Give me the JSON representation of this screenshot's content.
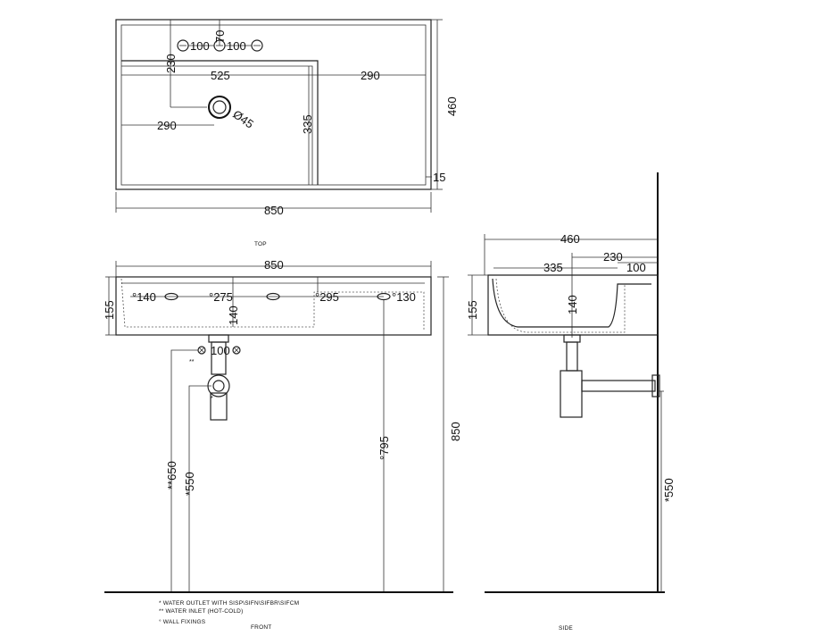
{
  "views": {
    "top": "TOP",
    "front": "FRONT",
    "side": "SIDE"
  },
  "top_view": {
    "d100_left": "100",
    "d100_right": "100",
    "d70": "70",
    "d230": "230",
    "d525": "525",
    "d290_top": "290",
    "d290_left": "290",
    "d45": "Ø45",
    "d335": "335",
    "d460": "460",
    "d15": "15",
    "d850": "850"
  },
  "front_view": {
    "d850": "850",
    "d155": "155",
    "d140_a": "°140",
    "d275": "°275",
    "d295": "°295",
    "d130": "°130",
    "d140_b": "140",
    "d100": "100",
    "mark_double": "**",
    "mark_single": "*",
    "d650": "**650",
    "d550": "*550",
    "d795": "°795",
    "d850_h": "850"
  },
  "side_view": {
    "d460": "460",
    "d230": "230",
    "d335": "335",
    "d100": "100",
    "d155": "155",
    "d140": "140",
    "d550": "*550"
  },
  "notes": [
    "* WATER OUTLET WITH SISP\\SIFN\\SIFBR\\SIFCM",
    "** WATER INLET  (HOT-COLD)",
    "° WALL FIXINGS"
  ]
}
